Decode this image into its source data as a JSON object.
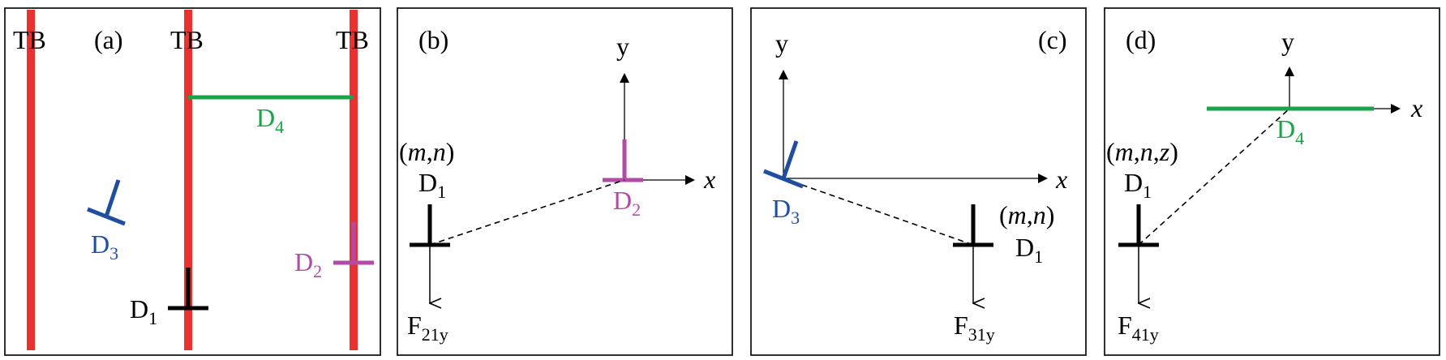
{
  "colors": {
    "twin_boundary": "#e8322f",
    "d1": "#000000",
    "d2": "#b34aa5",
    "d3": "#1f4ea1",
    "d4": "#19a34a",
    "frame": "#1a1a1a"
  },
  "panel_a": {
    "tag": "(a)",
    "tb_left": "TB",
    "tb_mid": "TB",
    "tb_right": "TB",
    "d1": {
      "base": "D",
      "sub": "1"
    },
    "d2": {
      "base": "D",
      "sub": "2"
    },
    "d3": {
      "base": "D",
      "sub": "3"
    },
    "d4": {
      "base": "D",
      "sub": "4"
    }
  },
  "panel_b": {
    "tag": "(b)",
    "axis_x": "x",
    "axis_y": "y",
    "coord": {
      "open": "(",
      "m": "m",
      "comma": ",",
      "n": "n",
      "close": ")"
    },
    "d1": {
      "base": "D",
      "sub": "1"
    },
    "d2": {
      "base": "D",
      "sub": "2"
    },
    "force": {
      "base": "F",
      "sub": "21y"
    }
  },
  "panel_c": {
    "tag": "(c)",
    "axis_x": "x",
    "axis_y": "y",
    "coord": {
      "open": "(",
      "m": "m",
      "comma": ",",
      "n": "n",
      "close": ")"
    },
    "d1": {
      "base": "D",
      "sub": "1"
    },
    "d3": {
      "base": "D",
      "sub": "3"
    },
    "force": {
      "base": "F",
      "sub": "31y"
    }
  },
  "panel_d": {
    "tag": "(d)",
    "axis_x": "x",
    "axis_y": "y",
    "coord": {
      "open": "(",
      "m": "m",
      "comma1": ",",
      "n": "n",
      "comma2": ",",
      "z": "z",
      "close": ")"
    },
    "d1": {
      "base": "D",
      "sub": "1"
    },
    "d4": {
      "base": "D",
      "sub": "4"
    },
    "force": {
      "base": "F",
      "sub": "41y"
    }
  }
}
